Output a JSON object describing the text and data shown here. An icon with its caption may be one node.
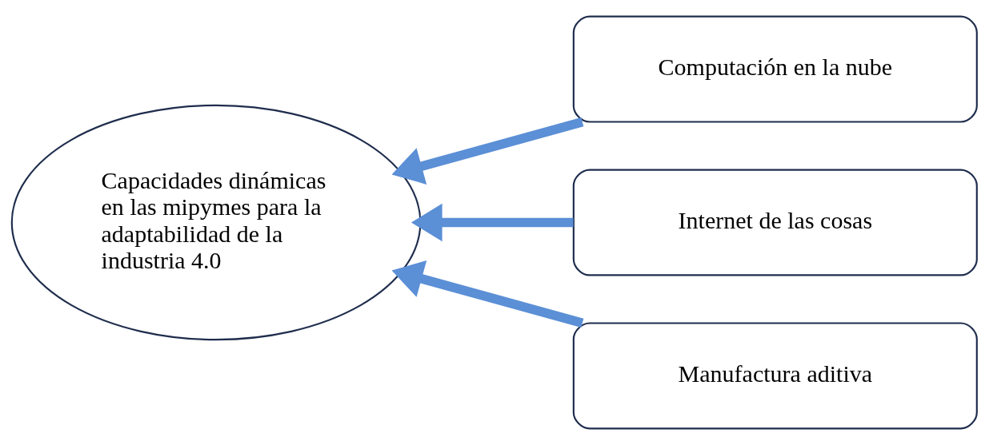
{
  "diagram": {
    "nodes": [
      {
        "text": [
          "Capacidades dinámicas en las mipymes para la adaptabilidad de la industria 4.0"
        ]
      },
      {
        "text": [
          "Computación en la nube"
        ]
      },
      {
        "text": [
          "Internet de las cosas"
        ]
      },
      {
        "text": [
          "Manufactura aditiva"
        ]
      }
    ],
    "edges": [
      {
        "from": 1,
        "to": 0,
        "arrow": "to"
      },
      {
        "from": 2,
        "to": 0,
        "arrow": "to"
      },
      {
        "from": 3,
        "to": 0,
        "arrow": "to"
      }
    ]
  }
}
